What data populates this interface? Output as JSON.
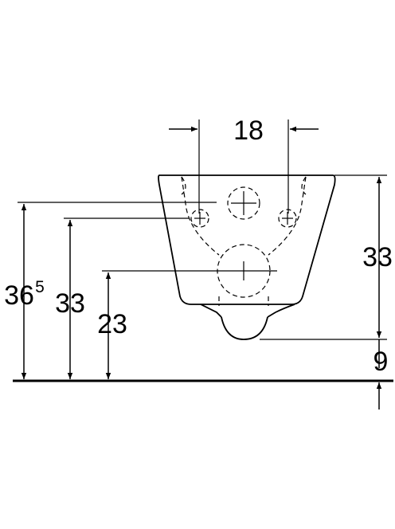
{
  "dimensions": {
    "width_between_fixings": "18",
    "bowl_height": "33",
    "bottom_gap": "9",
    "fixing_height_main": "36",
    "fixing_height_sup": "5",
    "inlet_height": "33",
    "outlet_height": "23"
  }
}
